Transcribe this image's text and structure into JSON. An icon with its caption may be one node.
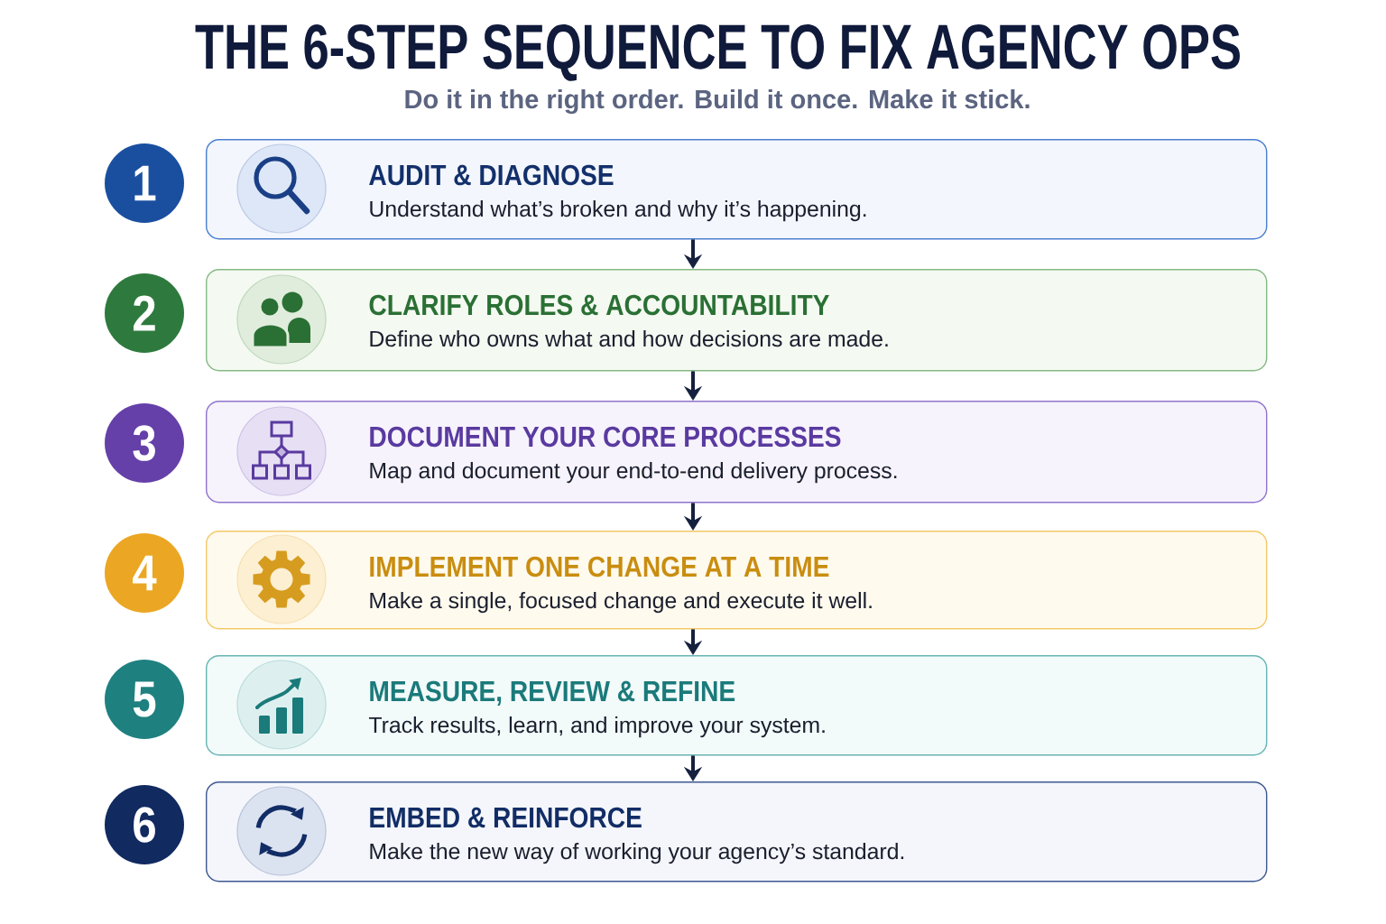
{
  "diagram": {
    "title": "THE 6-STEP SEQUENCE TO FIX AGENCY OPS",
    "nodes": [
      {
        "text": [
          "1"
        ]
      },
      {
        "text": [
          "AUDIT & DIAGNOSE",
          "Understand what’s broken and why it’s happening."
        ]
      },
      {
        "text": [
          "2"
        ]
      },
      {
        "text": [
          "CLARIFY ROLES & ACCOUNTABILITY",
          "Define who owns what and how decisions are made."
        ]
      },
      {
        "text": [
          "3"
        ]
      },
      {
        "text": [
          "DOCUMENT YOUR CORE PROCESSES",
          "Map and document your end-to-end delivery process."
        ]
      },
      {
        "text": [
          "4"
        ]
      },
      {
        "text": [
          "IMPLEMENT ONE CHANGE AT A TIME",
          "Make a single, focused change and execute it well."
        ]
      },
      {
        "text": [
          "5"
        ]
      },
      {
        "text": [
          "MEASURE, REVIEW & REFINE",
          "Track results, learn, and improve your system."
        ]
      },
      {
        "text": [
          "6"
        ]
      },
      {
        "text": [
          "EMBED & REINFORCE",
          "Make the new way of working your agency’s standard."
        ]
      }
    ],
    "edges": [
      {
        "from": 1,
        "to": 3,
        "arrow": "to"
      },
      {
        "from": 3,
        "to": 5,
        "arrow": "to"
      },
      {
        "from": 5,
        "to": 7,
        "arrow": "to"
      },
      {
        "from": 7,
        "to": 9,
        "arrow": "to"
      },
      {
        "from": 9,
        "to": 11,
        "arrow": "to"
      }
    ],
    "labels": [
      "Do it in the right order. Build it once. Make it stick."
    ]
  }
}
